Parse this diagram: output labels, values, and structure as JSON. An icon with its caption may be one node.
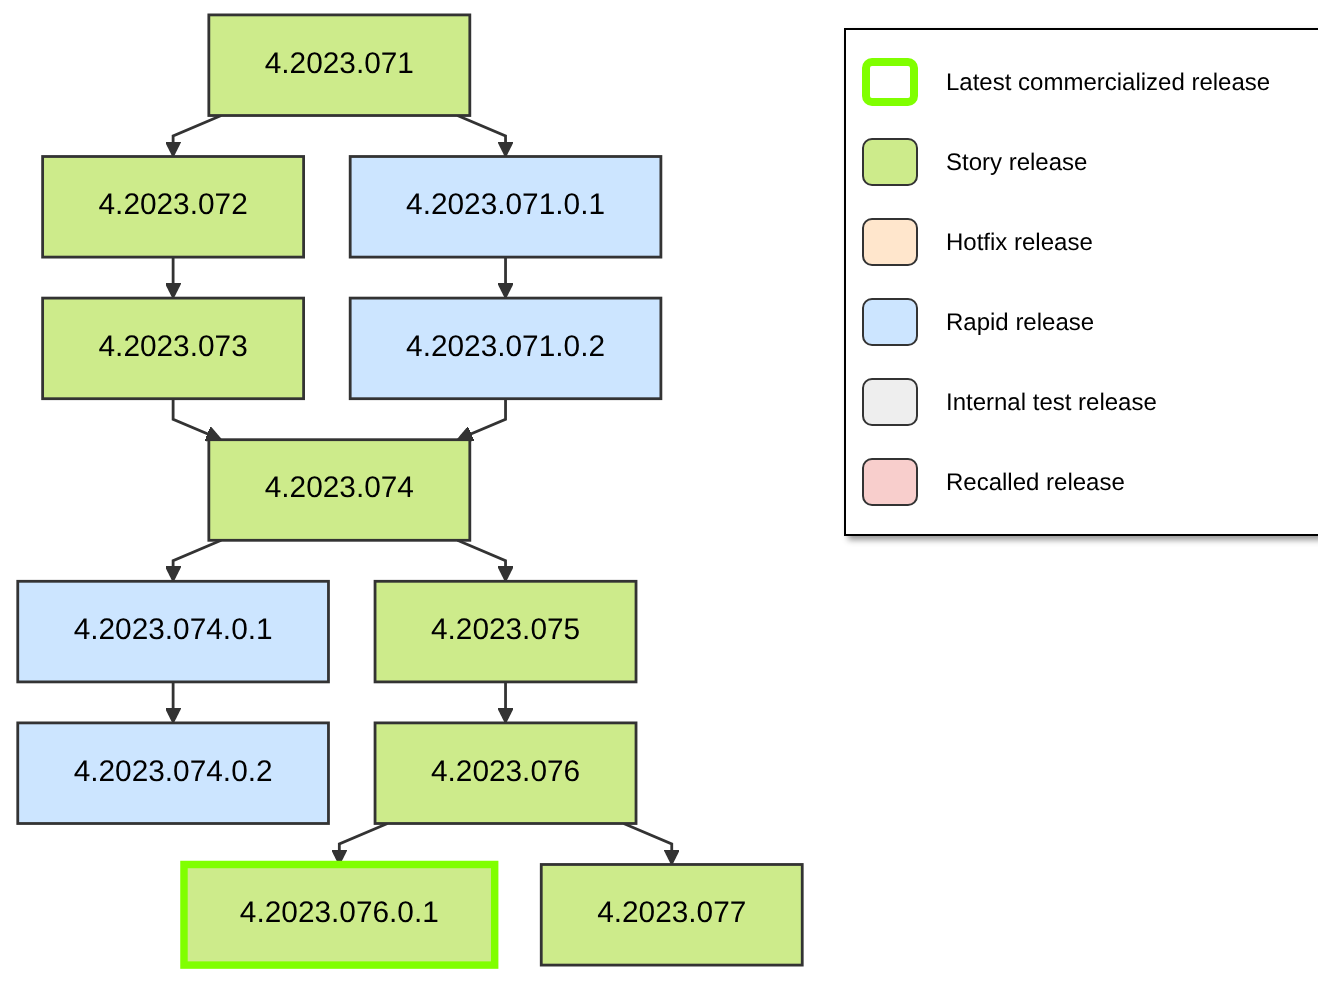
{
  "diagram": {
    "nodes": [
      {
        "text": [
          "4.2023.071"
        ]
      },
      {
        "text": [
          "4.2023.071.0.1"
        ]
      },
      {
        "text": [
          "4.2023.071.0.2"
        ]
      },
      {
        "text": [
          "4.2023.072"
        ]
      },
      {
        "text": [
          "4.2023.073"
        ]
      },
      {
        "text": [
          "4.2023.074"
        ]
      },
      {
        "text": [
          "4.2023.074.0.1"
        ]
      },
      {
        "text": [
          "4.2023.074.0.2"
        ]
      },
      {
        "text": [
          "4.2023.075"
        ]
      },
      {
        "text": [
          "4.2023.076"
        ]
      },
      {
        "text": [
          "4.2023.076.0.1"
        ]
      },
      {
        "text": [
          "4.2023.077"
        ]
      }
    ],
    "edges": [
      {
        "from": 0,
        "to": 1,
        "arrow": "to"
      },
      {
        "from": 1,
        "to": 2,
        "arrow": "to"
      },
      {
        "from": 0,
        "to": 3,
        "arrow": "to"
      },
      {
        "from": 3,
        "to": 4,
        "arrow": "to"
      },
      {
        "from": 4,
        "to": 5,
        "arrow": "to"
      },
      {
        "from": 2,
        "to": 5,
        "arrow": "to"
      },
      {
        "from": 5,
        "to": 6,
        "arrow": "to"
      },
      {
        "from": 6,
        "to": 7,
        "arrow": "to"
      },
      {
        "from": 5,
        "to": 8,
        "arrow": "to"
      },
      {
        "from": 8,
        "to": 9,
        "arrow": "to"
      },
      {
        "from": 9,
        "to": 10,
        "arrow": "to"
      },
      {
        "from": 9,
        "to": 11,
        "arrow": "to"
      }
    ],
    "legend": [
      {
        "text": "Latest commercialized release"
      },
      {
        "text": "Story release",
        "color": "#cdeb8b"
      },
      {
        "text": "Hotfix release",
        "color": "#ffe6cc"
      },
      {
        "text": "Rapid release",
        "color": "#cce5ff"
      },
      {
        "text": "Internal test release",
        "color": "#eeeeee"
      },
      {
        "text": "Recalled release",
        "color": "#f8cecc"
      }
    ]
  }
}
